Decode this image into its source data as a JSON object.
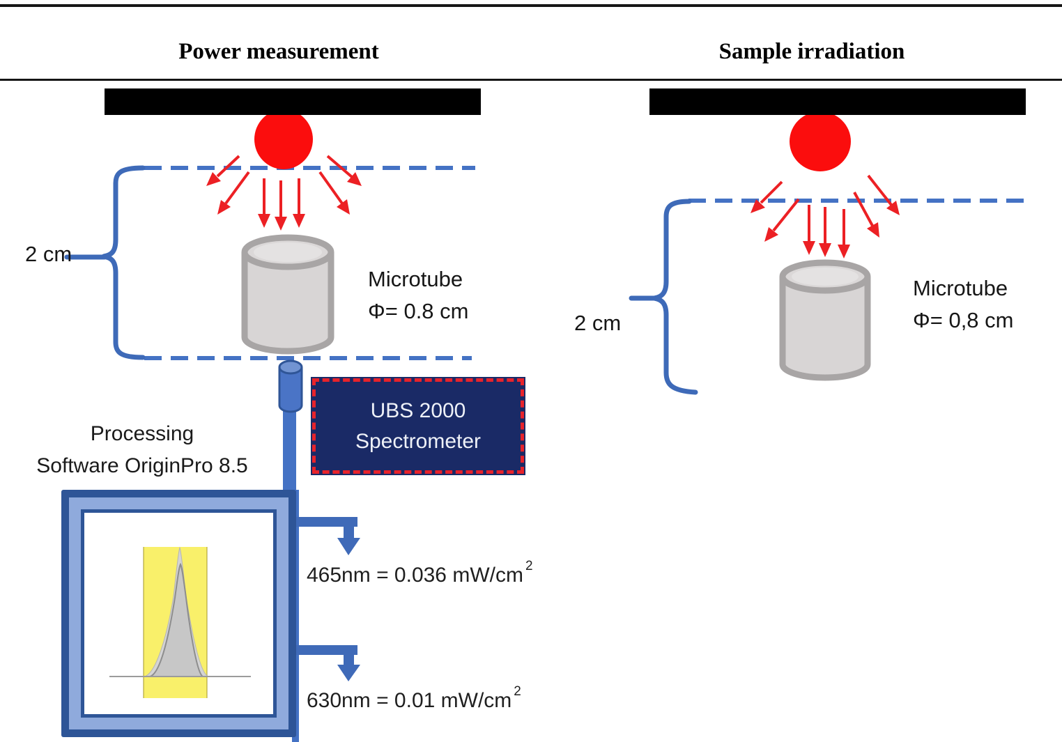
{
  "header": {
    "left_title": "Power measurement",
    "right_title": "Sample irradiation"
  },
  "left": {
    "distance_label": "2 cm",
    "microtube": {
      "line1": "Microtube",
      "line2": "Φ= 0.8 cm"
    },
    "spectrometer": {
      "line1": "UBS 2000",
      "line2": "Spectrometer"
    },
    "processing": {
      "line1": "Processing",
      "line2": "Software OriginPro 8.5"
    },
    "results": [
      {
        "text": "465nm = 0.036 mW/cm",
        "sup": "2"
      },
      {
        "text": "630nm = 0.01 mW/cm",
        "sup": "2"
      }
    ]
  },
  "right": {
    "distance_label": "2 cm",
    "microtube": {
      "line1": "Microtube",
      "line2": "Φ= 0,8 cm"
    }
  },
  "colors": {
    "accent_blue": "#4472c4",
    "frame_blue_dark": "#2e5597",
    "frame_blue_light": "#8faadc",
    "spectrometer_navy": "#1a2a66",
    "spectrometer_border_red": "#e8232b",
    "arrow_red": "#ec2024",
    "led_red": "#fb0d0d",
    "microtube_fill": "#d8d5d5",
    "microtube_stroke": "#a8a5a5",
    "highlight_yellow": "#f9f06a",
    "led_bar_black": "#000000"
  }
}
